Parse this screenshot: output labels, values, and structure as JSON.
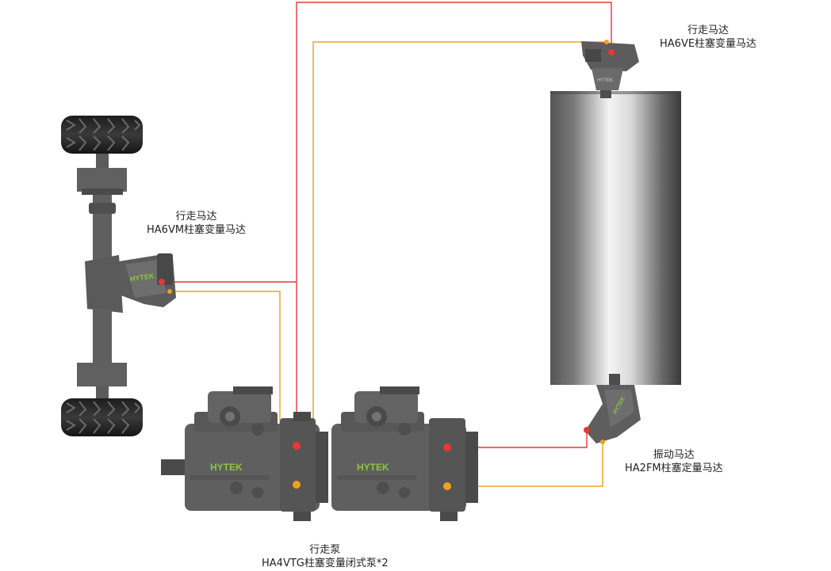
{
  "labels": {
    "travel_motor_top": {
      "title": "行走马达",
      "model": "HA6VE柱塞变量马达"
    },
    "travel_motor_axle": {
      "title": "行走马达",
      "model": "HA6VM柱塞变量马达"
    },
    "vibration_motor": {
      "title": "振动马达",
      "model": "HA2FM柱塞定量马达"
    },
    "travel_pump": {
      "title": "行走泵",
      "model": "HA4VTG柱塞变量闭式泵*2"
    }
  },
  "brand": "HYTEK",
  "colors": {
    "pressure_line": "#e53935",
    "return_line": "#f0a020",
    "machine_body": "#5f5f5f",
    "machine_dark": "#3d3d3d",
    "brand_text": "#8cc63f"
  }
}
